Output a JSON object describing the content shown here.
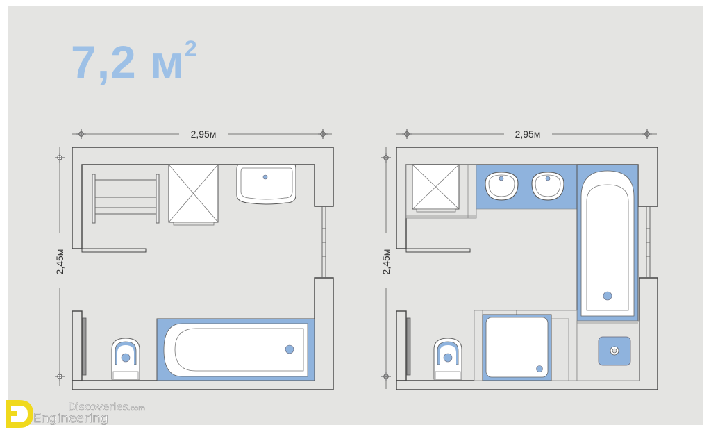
{
  "title": {
    "area_value": "7,2 м",
    "area_superscript": "2"
  },
  "colors": {
    "background": "#e4e4e2",
    "accent_blue": "#9dc0e6",
    "fixture_blue": "#8fb3dd",
    "wall_line": "#444444",
    "fixture_white": "#ffffff"
  },
  "plans": [
    {
      "id": "plan-left",
      "width_label": "2,95м",
      "height_label": "2,45м",
      "fixtures": [
        "heated-towel-rail",
        "shower-tray",
        "washbasin",
        "radiator",
        "toilet",
        "bathtub",
        "window"
      ]
    },
    {
      "id": "plan-right",
      "width_label": "2,95м",
      "height_label": "2,45м",
      "fixtures": [
        "shower-tray",
        "double-washbasin-counter",
        "bathtub",
        "radiator",
        "toilet",
        "square-shower-tray",
        "floor-drain-unit",
        "window"
      ]
    }
  ],
  "watermark": {
    "line1": "Discoveries",
    "line1_suffix": ".com",
    "line2": "Engineering"
  }
}
